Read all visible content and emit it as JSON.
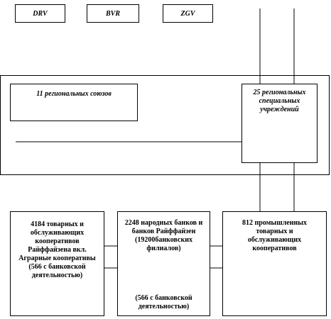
{
  "top_boxes": [
    "DRV",
    "BVR",
    "ZGV"
  ],
  "regional_unions": "11 региональных союзов",
  "regional_institutions": "25 региональных специальных учреждений",
  "bottom": {
    "left": {
      "main": "4184 товарных и обслуживающих кооперативов Райффайзена вкл. Аграрные кооперативы (566 с банковской деятельностью)"
    },
    "middle": {
      "main": "2248 народных банков и банков Райффайзен (19200банковских филиалов)",
      "note": "(566 с банковской деятельностью)"
    },
    "right": {
      "main": "812 промышленных товарных и обслуживающих кооперативов"
    }
  }
}
